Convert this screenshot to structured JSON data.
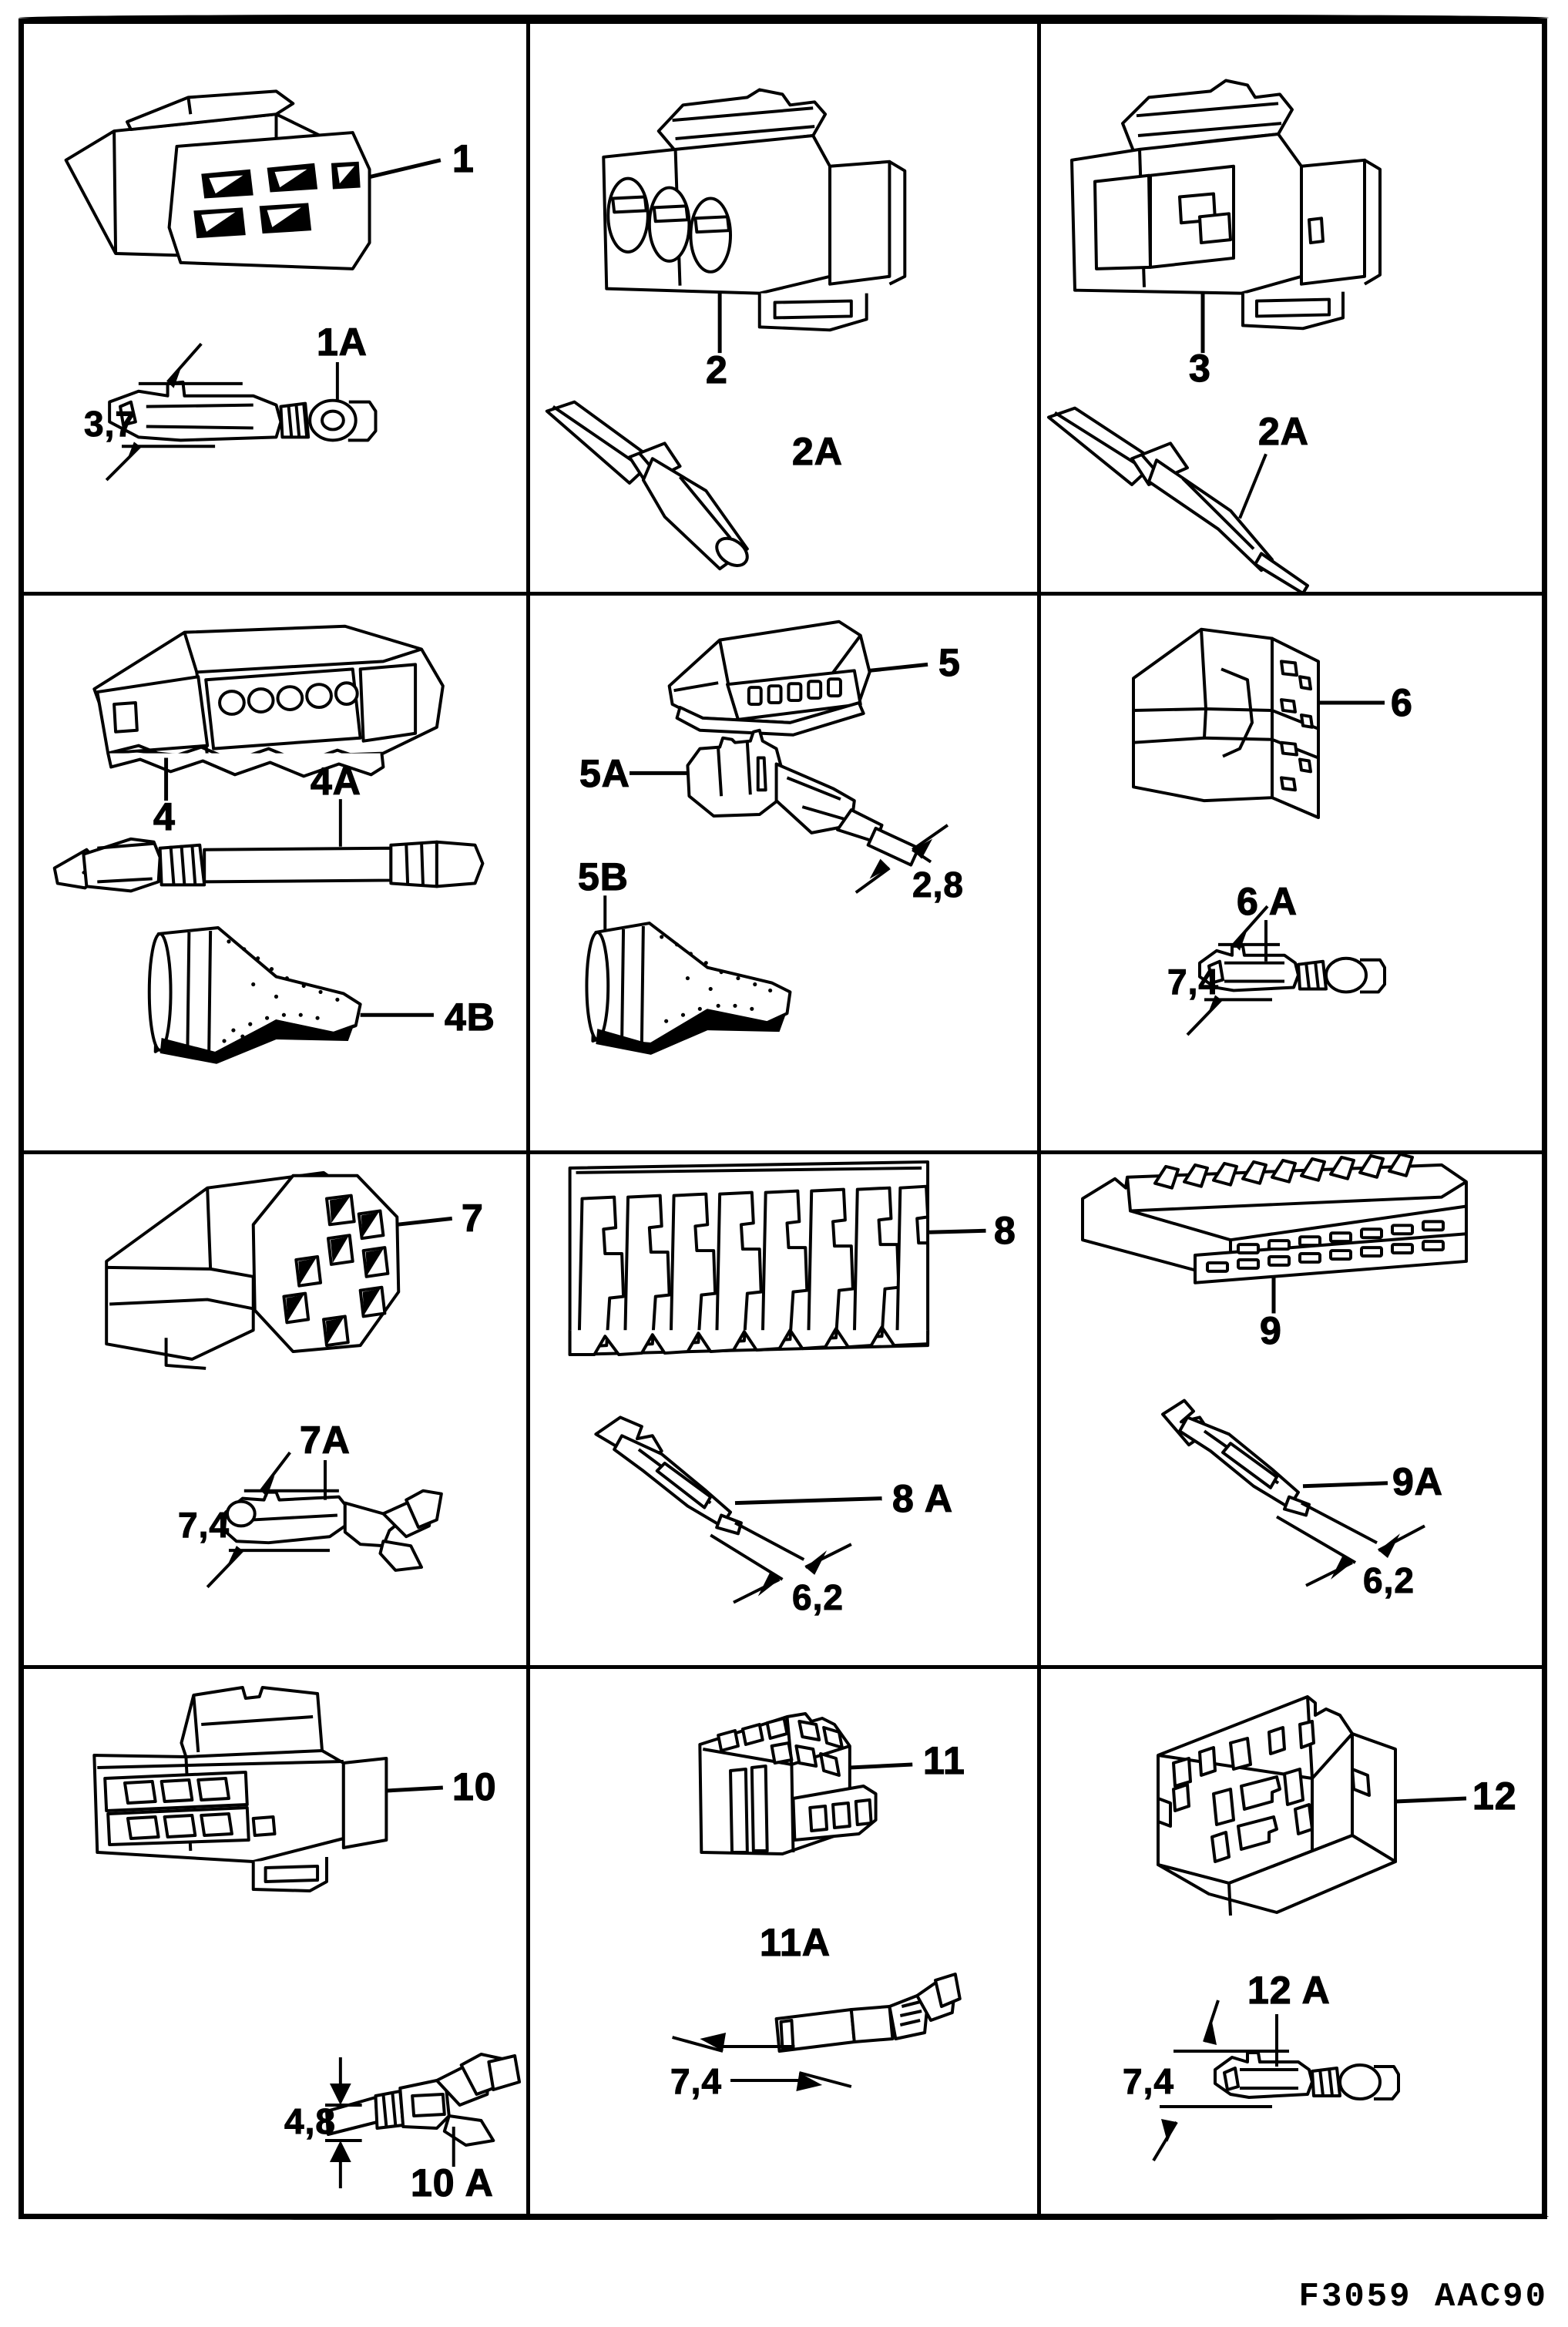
{
  "document": {
    "footer_code": "F3059  AAC90",
    "ink_color": "#000000",
    "paper_color": "#ffffff"
  },
  "grid": {
    "columns": 3,
    "rows": 4
  },
  "cells": [
    {
      "id": "cell-1",
      "housing_label": "1",
      "terminal_label": "1A",
      "dimension": "3,7",
      "art": "multi-way-socket-housing"
    },
    {
      "id": "cell-2",
      "housing_label": "2",
      "terminal_label": "2A",
      "dimension": "",
      "art": "three-way-round-cavity-housing"
    },
    {
      "id": "cell-3",
      "housing_label": "3",
      "terminal_label": "2A",
      "dimension": "",
      "art": "open-shell-housing"
    },
    {
      "id": "cell-4",
      "housing_label": "4",
      "terminal_label": "4A",
      "boot_label": "4B",
      "dimension": "",
      "art": "inline-strip-housing"
    },
    {
      "id": "cell-5",
      "housing_label": "5",
      "terminal_label": "5A",
      "boot_label": "5B",
      "dimension": "2,8",
      "art": "low-profile-strip-housing"
    },
    {
      "id": "cell-6",
      "housing_label": "6",
      "terminal_label": "6 A",
      "dimension": "7,4",
      "art": "c-section-block"
    },
    {
      "id": "cell-7",
      "housing_label": "7",
      "terminal_label": "7A",
      "dimension": "7,4",
      "art": "round-multi-pin-housing"
    },
    {
      "id": "cell-8",
      "housing_label": "8",
      "terminal_label": "8 A",
      "dimension": "6,2",
      "art": "comb-terminal-strip"
    },
    {
      "id": "cell-9",
      "housing_label": "9",
      "terminal_label": "9A",
      "dimension": "6,2",
      "art": "flat-ribbon-header"
    },
    {
      "id": "cell-10",
      "housing_label": "10",
      "terminal_label": "10 A",
      "dimension": "4,8",
      "art": "two-row-blade-housing"
    },
    {
      "id": "cell-11",
      "housing_label": "11",
      "terminal_label": "11A",
      "dimension": "7,4",
      "art": "stepped-relay-base"
    },
    {
      "id": "cell-12",
      "housing_label": "12",
      "terminal_label": "12 A",
      "dimension": "7,4",
      "art": "open-top-relay-box"
    }
  ]
}
